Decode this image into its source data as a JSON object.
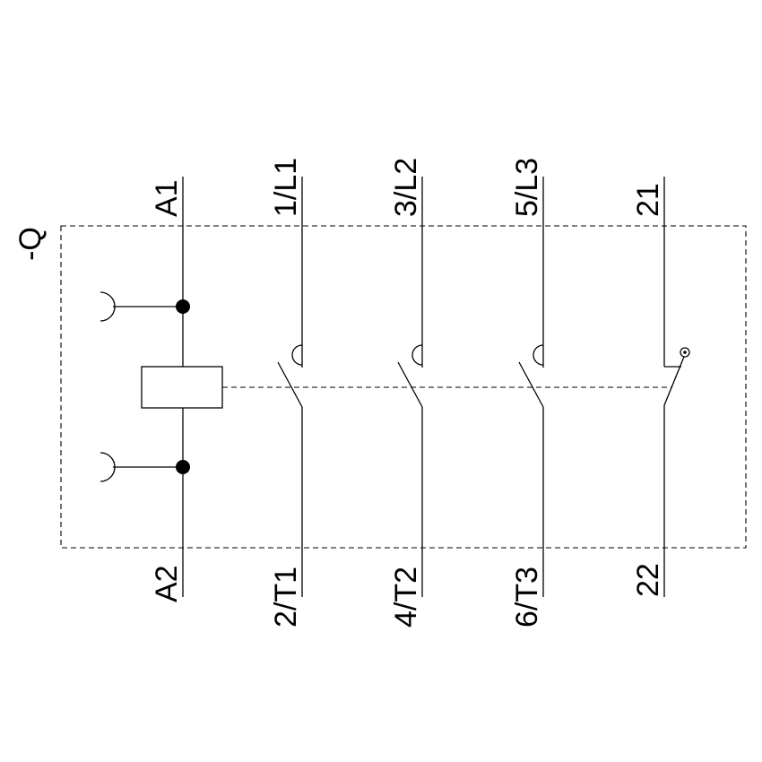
{
  "device_label": "-Q",
  "coil": {
    "top_terminal": "A1",
    "bottom_terminal": "A2"
  },
  "main_contacts": [
    {
      "top": "1/L1",
      "bottom": "2/T1"
    },
    {
      "top": "3/L2",
      "bottom": "4/T2"
    },
    {
      "top": "5/L3",
      "bottom": "6/T3"
    }
  ],
  "aux_contact": {
    "top": "21",
    "bottom": "22"
  }
}
